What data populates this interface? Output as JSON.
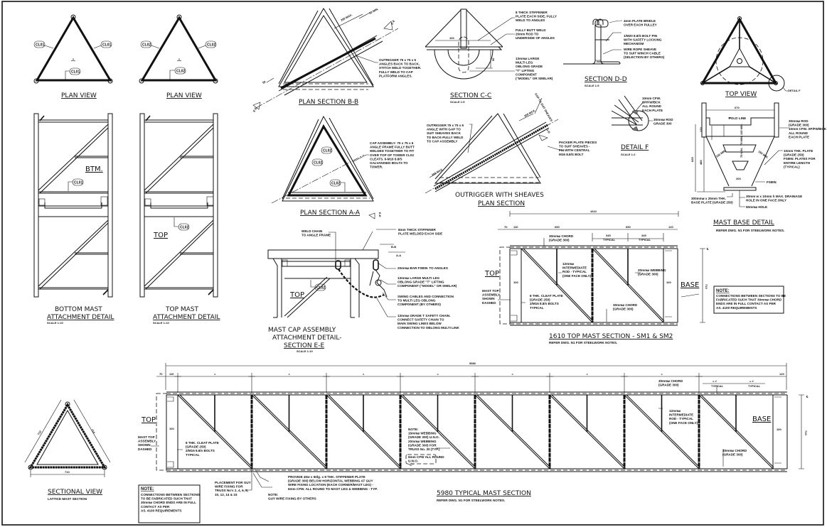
{
  "plan_view_bottom": {
    "title": "PLAN VIEW",
    "tags": [
      "CL01",
      "CL01",
      "CL01"
    ]
  },
  "plan_view_top": {
    "title": "PLAN VIEW",
    "tags": [
      "CL02",
      "CL02",
      "CL02"
    ]
  },
  "bottom_mast": {
    "title": [
      "BOTTOM MAST",
      "ATTACHMENT DETAIL"
    ],
    "scale": "SCALE 1:10",
    "label": "BTM.",
    "tag": "CL01"
  },
  "top_mast": {
    "title": [
      "TOP MAST",
      "ATTACHMENT DETAIL"
    ],
    "scale": "SCALE 1:10",
    "label": "TOP",
    "tag": "CL02"
  },
  "plan_section_bb": {
    "title": "PLAN SECTION  B-B",
    "dims": [
      "250 MAX.",
      "50 MIN.",
      "50"
    ],
    "cuts": [
      "E-E",
      "E-E"
    ],
    "note": [
      "OUTRIGGER 75 x 75 x 6",
      "ANGLES BACK TO BACK,",
      "STITCH WELD TOGETHER.",
      "FULLY WELD TO CAP",
      "PLATFORM ANGLES."
    ]
  },
  "section_cc": {
    "title": "SECTION  C-C",
    "scale": "SCALE 1:5",
    "dims": [
      "100",
      "50"
    ],
    "notes": [
      [
        "8 THICK STIFFENER",
        "PLATE EACH SIDE, FULLY",
        "WELD TO ANGLES"
      ],
      [
        "FULLY BUTT WELD",
        "20mm ROD TO",
        "UNDERSIDE OF ANGLES"
      ],
      [
        "13mm⌀ LARGE",
        "MULTI LEG",
        "OBLONG GRADE",
        "\"T\" LIFTING",
        "COMPONENT",
        "(\"MODEL\" OR SIMILAR)"
      ]
    ]
  },
  "section_dd": {
    "title": "SECTION  D-D",
    "scale": "SCALE 1:5",
    "notes": [
      [
        "4mm PLATE BRIDLE",
        "OVER EACH PULLEY"
      ],
      [
        "1/M20 8.8/S BOLT PIN",
        "WITH SAFETY LOCKING",
        "MECHANISM"
      ],
      [
        "WIRE ROPE SHEAVE",
        "TO SUIT WINCH CABLE",
        "(SELECTION BY OTHERS)"
      ]
    ]
  },
  "top_view": {
    "title": "TOP VIEW",
    "callout": "DETAIL F"
  },
  "detail_f": {
    "title": "DETAIL F",
    "scale": "SCALE 1:2",
    "notes": [
      [
        "10mm CFW.",
        "SP/FW/BCK",
        "ALL ROUND",
        "EACH PLATE"
      ],
      [
        "30mm⌀ ROD",
        "GRADE 300"
      ]
    ]
  },
  "mast_base": {
    "title": "MAST BASE  DETAIL",
    "ref": "REFER DWG. N1 FOR STEELWORK NOTES.",
    "fold_line": "FOLD LINE",
    "dims": {
      "width": "670",
      "top": "120",
      "h1": "115 MIN.",
      "h2": "75 MIN.",
      "h3": "75 MIN.",
      "slope_left": "150 MIN.",
      "slope_right": "150 MIN.",
      "total": "625",
      "lower": "480",
      "base": "200"
    },
    "notes": [
      [
        "30mm⌀ ROD",
        "(GRADE 300)",
        "10mm CFW. SP/FW/BCK",
        "ALL ROUND",
        "EACH PLATE"
      ],
      [
        "10mm THK. PLATE",
        "(GRADE 250)",
        "FSBW. PLATES FOR",
        "ENTIRE LENGTH",
        "(TYPICAL)"
      ],
      [
        "FSBW."
      ],
      [
        "300mm⌀ x 25mm THK.",
        "BASE PLATE (GRADE 250)"
      ],
      [
        "30mm w x 10mm h MAX. DRAINAGE",
        "HOLE IN ONE FACE ONLY"
      ],
      [
        "50mm⌀ HOLE"
      ]
    ]
  },
  "plan_section_aa": {
    "title": "PLAN SECTION  A-A",
    "tags": [
      "CL02",
      "CL02",
      "CL02"
    ],
    "note": [
      "CAP ASSEMBLY- 75 x 75 x 6",
      "ANGLE FRAME FULLY BUTT",
      "WELDED TOGETHER TO FIT",
      "OVER TOP OF TOWER CL02",
      "CLEATS. 6-M16 8.8/S",
      "GALVANISED BOLTS TO",
      "TOWER."
    ]
  },
  "outrigger": {
    "title": [
      "OUTRIGGER WITH SHEAVES",
      "PLAN SECTION"
    ],
    "dims": [
      "250 MAX.",
      "250 MAX.",
      "GAP TO SUIT SHEAVES"
    ],
    "cut": "D-D",
    "notes": [
      [
        "OUTRIGGER 75 x 75 x 6",
        "ANGLE WITH GAP TO",
        "SUIT SHEAVES BACK",
        "TO BACK-FULLY WELD",
        "TO CAP ASSEMBLY"
      ],
      [
        "PACKER PLATE PIECES",
        "TO SUIT SHEAVES -",
        "FIX WITH CENTRAL",
        "M16 8.8/S BOLT"
      ]
    ]
  },
  "mast_cap": {
    "title": [
      "MAST CAP ASSEMBLY",
      "ATTACHMENT DETAIL-",
      "SECTION E-E"
    ],
    "scale": "SCALE 1:10",
    "label": "TOP",
    "tag": "CL02",
    "cuts": [
      "B-B",
      "A-A",
      "E-E"
    ],
    "notes": [
      [
        "WELD CHAIN",
        "TO ANGLE FRAME"
      ],
      [
        "8mm THICK STIFFENER",
        "PLATE WELDED EACH SIDE"
      ],
      [
        "20mm⌀ BAR FSBW. TO ANGLES"
      ],
      [
        "13mm⌀ LARGE MULTI LEG",
        "OBLONG GRADE \"T\" LIFTING",
        "COMPONENT (\"MODEL\" OR SIMILAR)"
      ],
      [
        "SWING CABLES AND CONNECTION",
        "TO MULTI LEG OBLONG",
        "COMPONENT (BY OTHERS)"
      ],
      [
        "13mm⌀ GRADE T SAFETY CHAIN.",
        "CONNECT SAFETY CHAIN TO",
        "MAIN SWING LINES BELOW",
        "CONNECTION TO OBLONG MULTI LINK"
      ]
    ]
  },
  "top_mast_section": {
    "title": "1610 TOP MAST SECTION - SM1 & SM2",
    "ref": "REFER DWG. N1 FOR STEELWORK NOTES.",
    "end_top": "TOP",
    "end_base": "BASE",
    "dims": {
      "overall": "1610",
      "left": "70",
      "cleat": "110",
      "panel1": "690",
      "panel2": "690",
      "right": "120",
      "half1": "345",
      "half2": "345",
      "typical": "TYPICAL",
      "offset": "100",
      "offset2": "100",
      "height": "710",
      "cl": "℄"
    },
    "notes": [
      [
        "30mm⌀ CHORD",
        "(GRADE 300)"
      ],
      [
        "12mm⌀",
        "INTERMEDIATE",
        "ROD - TYPICAL",
        "(ONE FACE ONLY)"
      ],
      [
        "20mm⌀ WEBBING",
        "(GRADE 300)"
      ],
      [
        "MAST TOP",
        "ASSEMBLY",
        "SHOWN",
        "DASHED"
      ],
      [
        "8 THK. CLEAT PLATE",
        "(GRADE 250)",
        "2/M16 8.8/s BOLTS",
        "TYPICAL"
      ],
      [
        "30mm⌀ CHORD",
        "(GRADE 300)"
      ]
    ],
    "note_box": {
      "heading": "NOTE:",
      "lines": [
        "CONNECTIONS BETWEEN SECTIONS TO BE",
        "FABRICATED SUCH THAT 30mm⌀ CHORD",
        "ENDS ARE IN FULL CONTACT AS PER",
        "AS. 4100 REQUIREMENTS"
      ]
    }
  },
  "typical_section": {
    "title": "5980 TYPICAL MAST SECTION",
    "ref": "REFER DWG. N1 FOR STEELWORK NOTES.",
    "end_top": "TOP",
    "end_base": "BASE",
    "dims": {
      "overall": "5980",
      "left": "70",
      "cleat": "110",
      "right": "120",
      "equal": "=",
      "half": "= #",
      "typical": "TYPICAL",
      "offset": "100",
      "offset2": "100",
      "height": "710",
      "cl": "℄"
    },
    "notes": [
      [
        "MAST TOP",
        "ASSEMBLY",
        "SHOWN",
        "DASHED"
      ],
      [
        "8 THK. CLEAT PLATE",
        "(GRADE 250)",
        "2/M16 8.8/s BOLTS",
        "TYPICAL"
      ],
      [
        "PLACEMENT FOR GUY",
        "WIRE FIXING FOR",
        "TRUSS No's 2, 4, 6, 8,",
        "10, 12, 14 & 15"
      ],
      [
        "PROVIDE 40w x 50lg. x 8 THK. STIFFENER PLATE",
        "(GRADE 300) BELOW HORIZONTAL WEBBING AT GUY",
        "WIRE FIXING LOCATION (EACH CORNER/MAST LEG) -",
        "6mm CFW. ALL ROUND TO MAST LEG & WEBBING - TYP."
      ],
      [
        "NOTE:",
        "GUY WIRE FIXING BY OTHERS"
      ],
      [
        "NOTE:",
        "16mm⌀ WEBBING",
        "(GRADE 300) U.N.O.",
        "20mm⌀ WEBBING",
        "(GRADE 300) FOR",
        "TRUSS No. 30 (TYP.)"
      ],
      [
        "6mm CFW ALL ROUND",
        "U.N.O.",
        "\"C\""
      ],
      [
        "30mm⌀ CHORD",
        "(GRADE 300)"
      ],
      [
        "12mm⌀",
        "INTERMEDIATE",
        "ROD - TYPICAL",
        "(ONE FACE ONLY)"
      ],
      [
        "30mm⌀ CHORD",
        "(GRADE 300)"
      ]
    ],
    "note_box": {
      "heading": "NOTE:",
      "lines": [
        "CONNECTIONS BETWEEN SECTIONS",
        "TO BE FABRICATED SUCH THAT",
        "30mm⌀ CHORD ENDS ARE IN FULL",
        "CONTACT AS PER",
        "AS. 4100 REQUIREMENTS"
      ]
    }
  },
  "sectional_view": {
    "title": "SECTIONAL VIEW",
    "subtitle": "LATTICE MAST SECTION",
    "dims": [
      "710",
      "710",
      "710"
    ]
  }
}
